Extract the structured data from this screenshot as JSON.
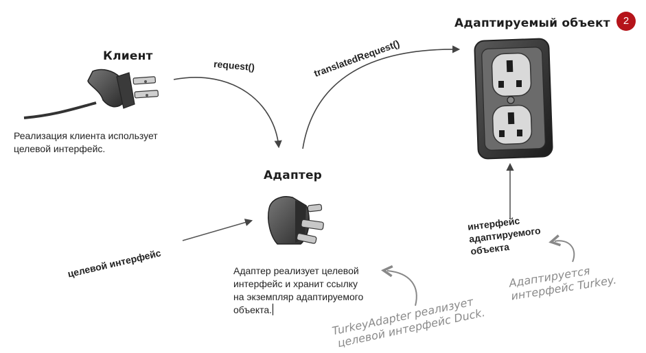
{
  "badge": {
    "number": "2",
    "color": "#b5141a"
  },
  "client": {
    "title": "Клиент",
    "description_line1": "Реализация клиента использует",
    "description_line2": "целевой интерфейс."
  },
  "adapter": {
    "title": "Адаптер",
    "description_line1": "Адаптер реализует целевой",
    "description_line2": "интерфейс и хранит ссылку",
    "description_line3": "на экземпляр адаптируемого",
    "description_line4": "объекта."
  },
  "adaptee": {
    "title": "Адаптируемый объект"
  },
  "arrows": {
    "request_label": "request()",
    "translated_request_label": "translatedRequest()",
    "target_interface_label": "целевой интерфейс",
    "adaptee_interface_line1": "интерфейс",
    "adaptee_interface_line2": "адаптируемого",
    "adaptee_interface_line3": "объекта"
  },
  "notes": {
    "turkey_line1": "Адаптируется",
    "turkey_line2": "интерфейс Turkey.",
    "adapter_line1": "TurkeyAdapter реализует",
    "adapter_line2": "целевой интерфейс Duck."
  }
}
